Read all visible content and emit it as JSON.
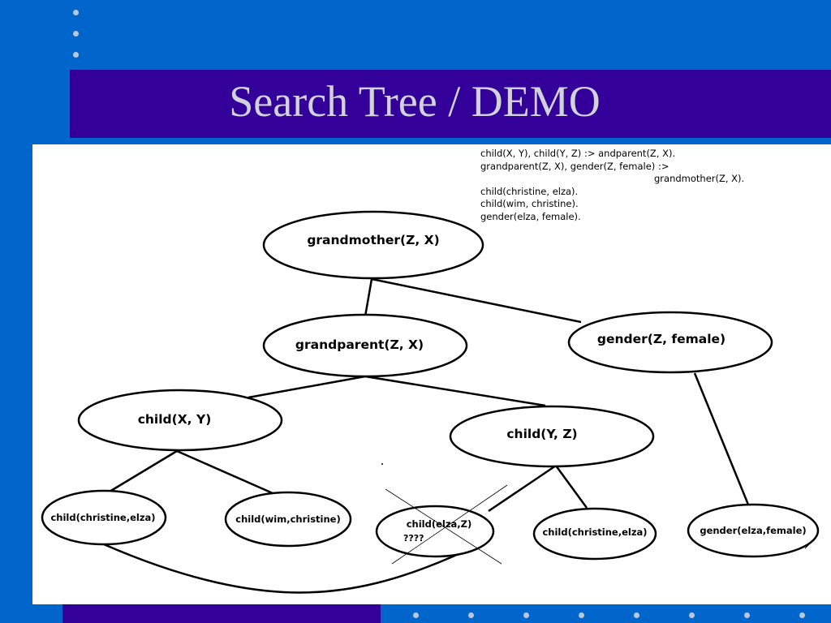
{
  "slide": {
    "title": "Search Tree / DEMO",
    "colors": {
      "background": "#0066cc",
      "title_band": "#330099",
      "title_text": "#d2d2dc",
      "canvas": "#ffffff"
    }
  },
  "rules": [
    "child(X, Y), child(Y, Z) :> andparent(Z, X).",
    "grandparent(Z, X), gender(Z, female) :>",
    "grandmother(Z, X).",
    "child(christine, elza).",
    "child(wim, christine).",
    "gender(elza, female)."
  ],
  "tree": {
    "nodes": {
      "grandmother": "grandmother(Z, X)",
      "grandparent": "grandparent(Z, X)",
      "gender": "gender(Z, female)",
      "child_xy": "child(X, Y)",
      "child_yz": "child(Y, Z)",
      "child_christine_elza_1": "child(christine,elza)",
      "child_wim_christine": "child(wim,christine)",
      "child_elza_z": "child(elza,Z)",
      "child_elza_z_note": "????",
      "child_christine_elza_2": "child(christine,elza)",
      "gender_elza_female": "gender(elza,female)"
    }
  }
}
